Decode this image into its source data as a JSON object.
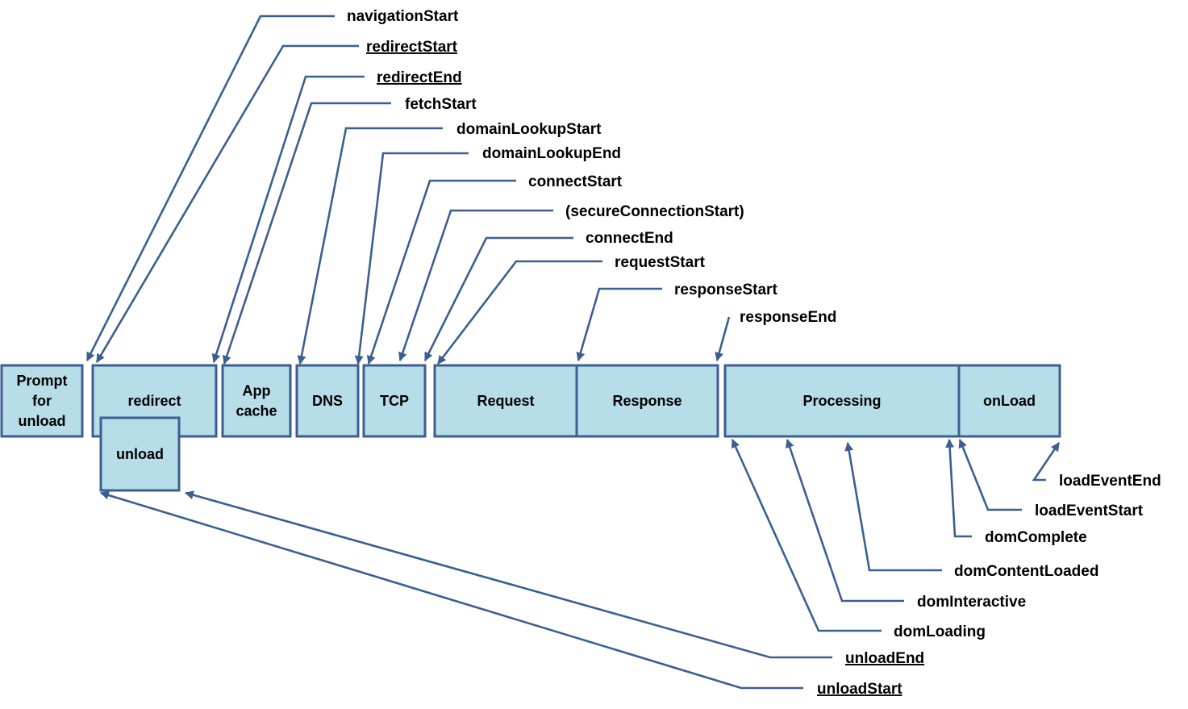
{
  "colors": {
    "box_fill": "#b7dde8",
    "box_stroke": "#3c5f8f",
    "line": "#3c5f8f",
    "text": "#000000"
  },
  "phases": [
    {
      "id": "prompt",
      "lines": [
        "Prompt",
        "for",
        "unload"
      ]
    },
    {
      "id": "redirect",
      "lines": [
        "redirect"
      ]
    },
    {
      "id": "unload",
      "lines": [
        "unload"
      ]
    },
    {
      "id": "appcache",
      "lines": [
        "App",
        "cache"
      ]
    },
    {
      "id": "dns",
      "lines": [
        "DNS"
      ]
    },
    {
      "id": "tcp",
      "lines": [
        "TCP"
      ]
    },
    {
      "id": "request",
      "lines": [
        "Request"
      ]
    },
    {
      "id": "response",
      "lines": [
        "Response"
      ]
    },
    {
      "id": "processing",
      "lines": [
        "Processing"
      ]
    },
    {
      "id": "onload",
      "lines": [
        "onLoad"
      ]
    }
  ],
  "events": [
    {
      "id": "navigationStart",
      "label": "navigationStart",
      "underline": false
    },
    {
      "id": "redirectStart",
      "label": "redirectStart",
      "underline": true
    },
    {
      "id": "redirectEnd",
      "label": "redirectEnd",
      "underline": true
    },
    {
      "id": "fetchStart",
      "label": "fetchStart",
      "underline": false
    },
    {
      "id": "domainLookupStart",
      "label": "domainLookupStart",
      "underline": false
    },
    {
      "id": "domainLookupEnd",
      "label": "domainLookupEnd",
      "underline": false
    },
    {
      "id": "connectStart",
      "label": "connectStart",
      "underline": false
    },
    {
      "id": "secureConnectionStart",
      "label": "(secureConnectionStart)",
      "underline": false
    },
    {
      "id": "connectEnd",
      "label": "connectEnd",
      "underline": false
    },
    {
      "id": "requestStart",
      "label": "requestStart",
      "underline": false
    },
    {
      "id": "responseStart",
      "label": "responseStart",
      "underline": false
    },
    {
      "id": "responseEnd",
      "label": "responseEnd",
      "underline": false
    },
    {
      "id": "loadEventEnd",
      "label": "loadEventEnd",
      "underline": false
    },
    {
      "id": "loadEventStart",
      "label": "loadEventStart",
      "underline": false
    },
    {
      "id": "domComplete",
      "label": "domComplete",
      "underline": false
    },
    {
      "id": "domContentLoaded",
      "label": "domContentLoaded",
      "underline": false
    },
    {
      "id": "domInteractive",
      "label": "domInteractive",
      "underline": false
    },
    {
      "id": "domLoading",
      "label": "domLoading",
      "underline": false
    },
    {
      "id": "unloadEnd",
      "label": "unloadEnd",
      "underline": true
    },
    {
      "id": "unloadStart",
      "label": "unloadStart",
      "underline": true
    }
  ]
}
